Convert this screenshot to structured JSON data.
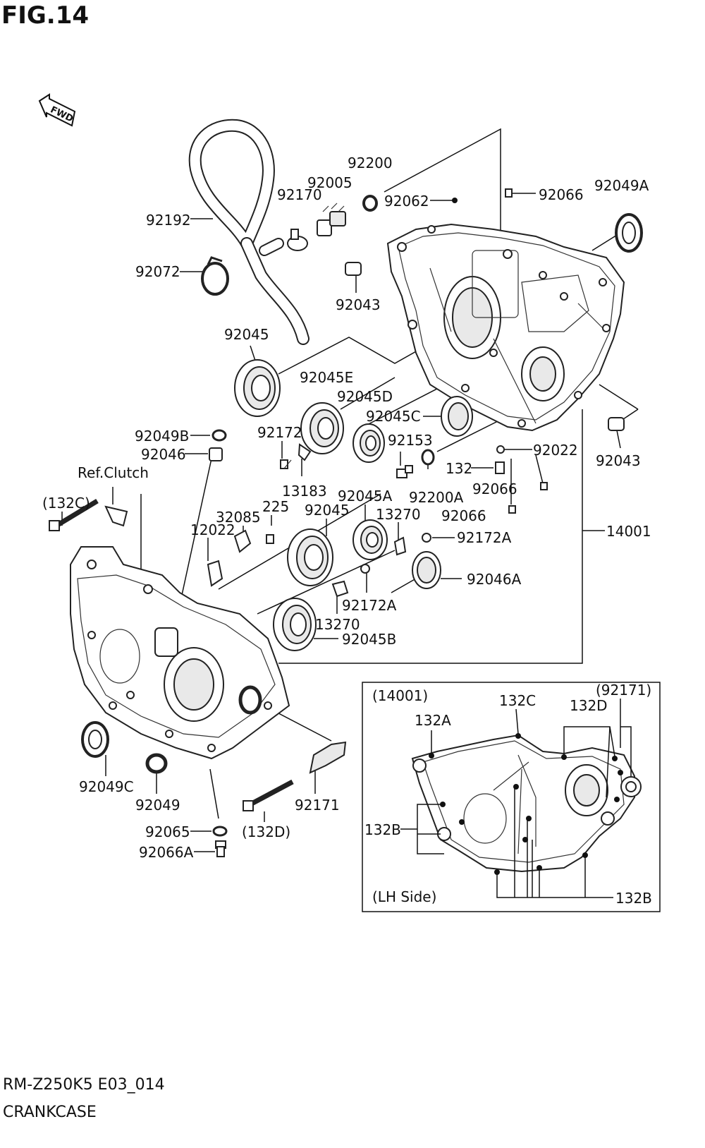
{
  "figure_title": "FIG.14",
  "fwd_label": "FWD",
  "footer": {
    "model_code": "RM-Z250K5 E03_014",
    "section_name": "CRANKCASE"
  },
  "labels": {
    "p92200": "92200",
    "p92005": "92005",
    "p92170": "92170",
    "p92062": "92062",
    "p92066_top": "92066",
    "p92049A": "92049A",
    "p92192": "92192",
    "p92072": "92072",
    "p92043_top": "92043",
    "p92045_top": "92045",
    "p92045E": "92045E",
    "p92045D": "92045D",
    "p92045C": "92045C",
    "p92049B": "92049B",
    "p92046": "92046",
    "p92172": "92172",
    "p92153": "92153",
    "p92022": "92022",
    "p92043_right": "92043",
    "refclutch": "Ref.Clutch",
    "p132": "132",
    "p92066_mid": "92066",
    "p132C_left": "(132C)",
    "p13183": "13183",
    "p92200A": "92200A",
    "p92066_low": "92066",
    "p225": "225",
    "p32085": "32085",
    "p92045_mid": "92045",
    "p92045A": "92045A",
    "p13270_top": "13270",
    "p12022": "12022",
    "p14001": "14001",
    "p92172A_top": "92172A",
    "p92046A": "92046A",
    "p92172A_low": "92172A",
    "p13270_low": "13270",
    "p92045B": "92045B",
    "p92049C": "92049C",
    "p92049": "92049",
    "p92171": "92171",
    "p92065": "92065",
    "p132D_low": "(132D)",
    "p92066A": "92066A"
  },
  "inset": {
    "assembly_ref": "(14001)",
    "b132C": "132C",
    "b92171": "(92171)",
    "b132D": "132D",
    "b132A": "132A",
    "b132B_left": "132B",
    "b132B_right": "132B",
    "side_label": "(LH Side)"
  }
}
